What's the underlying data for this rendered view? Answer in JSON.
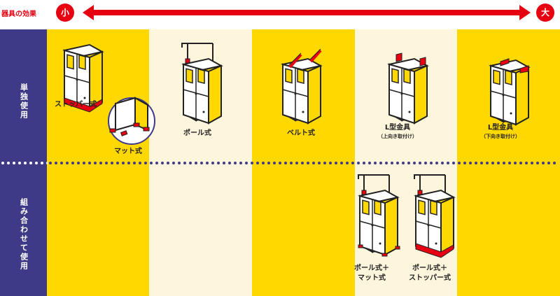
{
  "header": {
    "effect_label": "器具の効果",
    "small_label": "小",
    "large_label": "大"
  },
  "rows": {
    "single": "単独使用",
    "combined": "組み合わせて使用"
  },
  "items": {
    "stopper": "ストッパー式",
    "mat": "マット式",
    "pole": "ポール式",
    "belt": "ベルト式",
    "l_up": {
      "title": "L型金具",
      "sub": "（上向き取付け）"
    },
    "l_down": {
      "title": "L型金具",
      "sub": "（下向き取付け）"
    },
    "pole_mat": {
      "line1": "ポール式＋",
      "line2": "マット式"
    },
    "pole_stopper": {
      "line1": "ポール式＋",
      "line2": "ストッパー式"
    }
  },
  "colors": {
    "navy": "#3e3a87",
    "yellow": "#ffd800",
    "cream": "#fef6dc",
    "red": "#e60012"
  }
}
